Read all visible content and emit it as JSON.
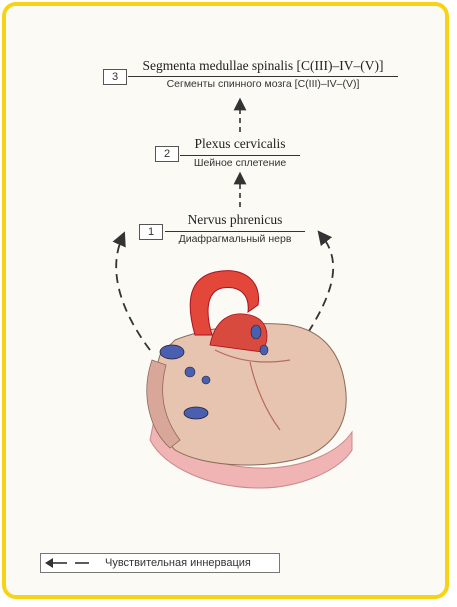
{
  "levels": [
    {
      "number": "3",
      "latin": "Segmenta medullae spinalis [C(III)–IV–(V)]",
      "russian": "Сегменты спинного мозга [C(III)–IV–(V)]"
    },
    {
      "number": "2",
      "latin": "Plexus cervicalis",
      "russian": "Шейное сплетение"
    },
    {
      "number": "1",
      "latin": "Nervus phrenicus",
      "russian": "Диафрагмальный нерв"
    }
  ],
  "legend": {
    "text": "Чувствительная иннервация"
  },
  "colors": {
    "frame": "#f7d317",
    "heart_muscle": "#e6c4b0",
    "aorta": "#e2473a",
    "veins": "#4a5fb0",
    "pericardium": "#f0b4b4"
  }
}
